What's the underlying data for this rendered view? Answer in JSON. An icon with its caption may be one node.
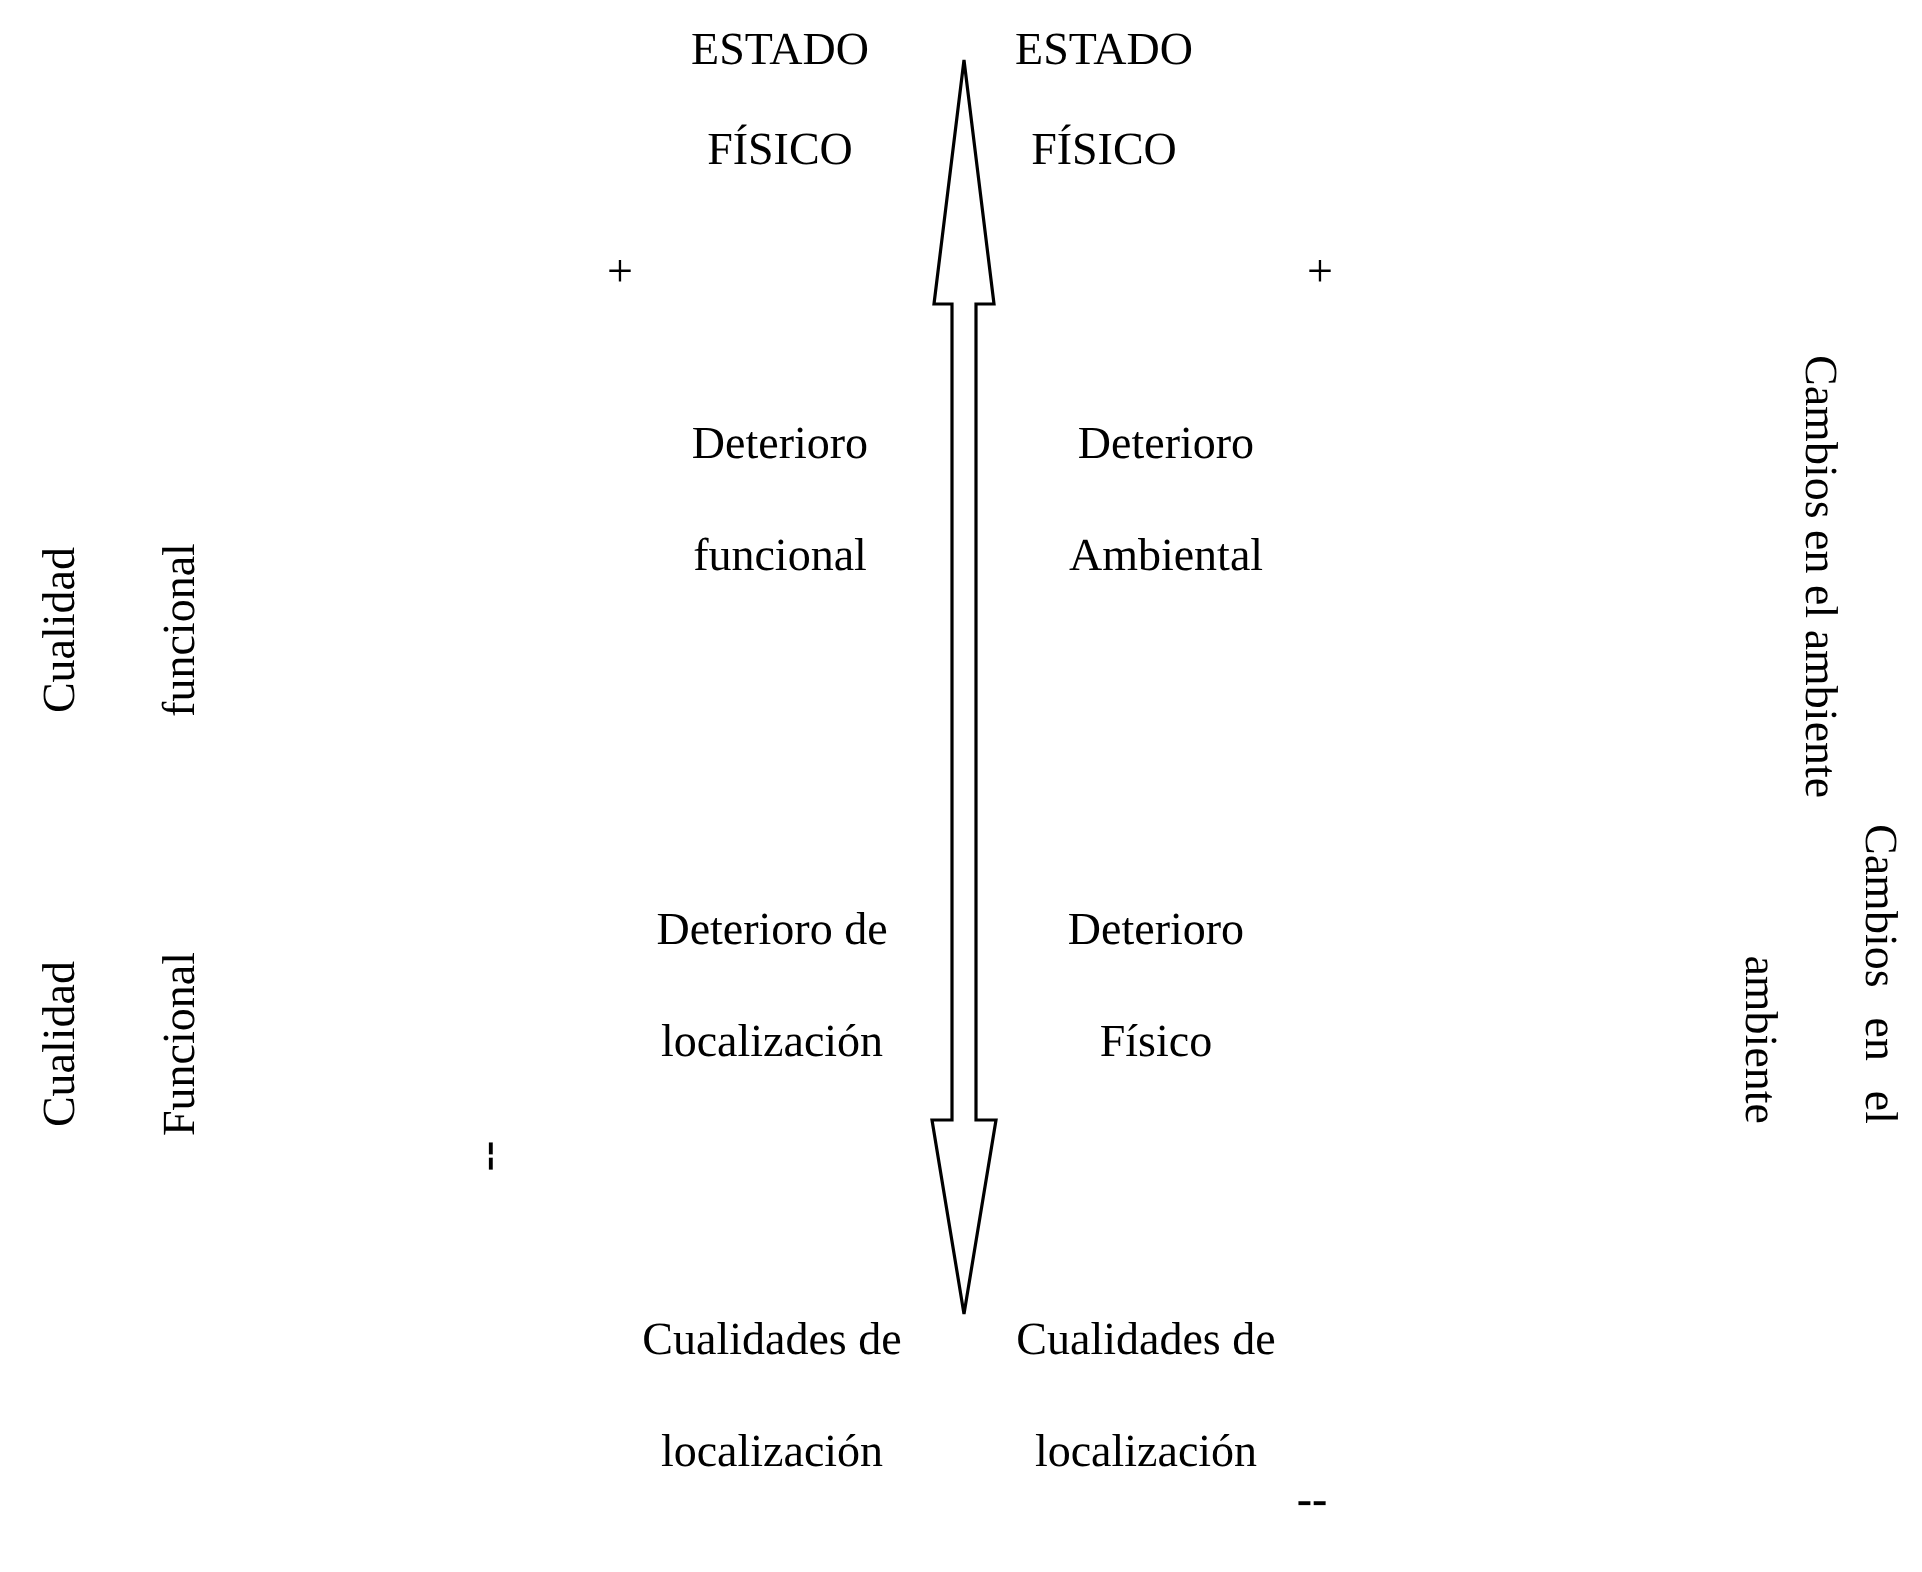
{
  "diagram": {
    "labels": [
      "ESTADO FÍSICO",
      "ESTADO FÍSICO",
      "+",
      "+",
      "Cualidad funcional",
      "Deterioro funcional",
      "Deterioro Ambiental",
      "Cambios en el ambiente",
      "Cualidad Funcional",
      "Deterioro de localización",
      "Deterioro Físico",
      "Cambios en el ambiente",
      "--",
      "Cualidades de localización",
      "Cualidades de localización",
      "--"
    ]
  }
}
